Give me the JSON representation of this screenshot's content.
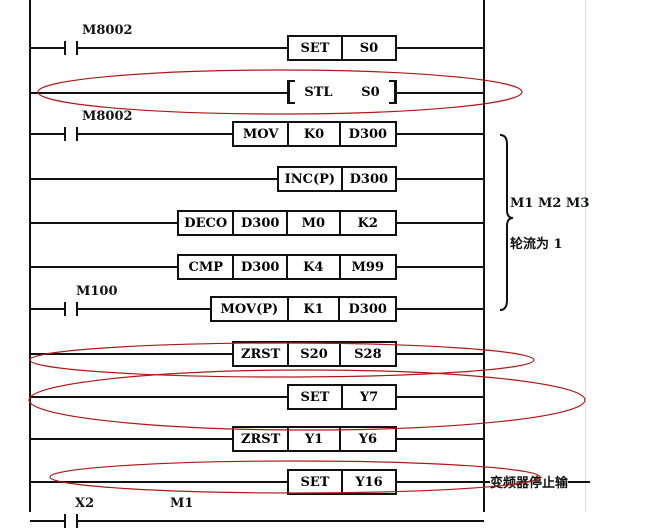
{
  "rungs": [
    {
      "contact": "M8002",
      "cells": [
        "SET",
        "S0"
      ]
    },
    {
      "stl": [
        "STL",
        "S0"
      ]
    },
    {
      "contact": "M8002",
      "cells": [
        "MOV",
        "K0",
        "D300"
      ]
    },
    {
      "cells": [
        "INC(P)",
        "D300"
      ]
    },
    {
      "cells": [
        "DECO",
        "D300",
        "M0",
        "K2"
      ]
    },
    {
      "cells": [
        "CMP",
        "D300",
        "K4",
        "M99"
      ]
    },
    {
      "contact": "M100",
      "cells": [
        "MOV(P)",
        "K1",
        "D300"
      ]
    },
    {
      "cells": [
        "ZRST",
        "S20",
        "S28"
      ]
    },
    {
      "cells": [
        "SET",
        "Y7"
      ]
    },
    {
      "cells": [
        "ZRST",
        "Y1",
        "Y6"
      ]
    },
    {
      "cells": [
        "SET",
        "Y16"
      ],
      "note": "变频器停止输"
    },
    {
      "contact": "X2",
      "contact2": "M1"
    }
  ],
  "annotation": {
    "line1": "M1 M2 M3",
    "line2": "轮流为 1"
  },
  "colors": {
    "highlight": "#b01818",
    "line": "#111111"
  }
}
